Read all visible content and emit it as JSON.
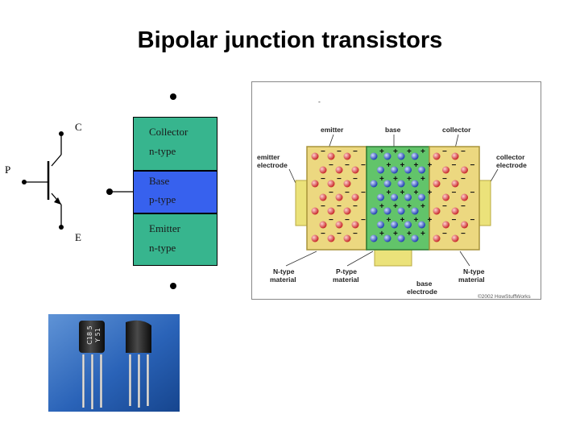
{
  "title": "Bipolar junction transistors",
  "symbol": {
    "collector_label": "C",
    "base_label": "P",
    "emitter_label": "E"
  },
  "layers": {
    "collector": {
      "name": "Collector",
      "type": "n-type"
    },
    "base": {
      "name": "Base",
      "type": "p-type"
    },
    "emitter": {
      "name": "Emitter",
      "type": "n-type"
    }
  },
  "illustration": {
    "dash_mark": "-",
    "region_emitter": "emitter",
    "region_base": "base",
    "region_collector": "collector",
    "emitter_electrode": [
      "emitter",
      "electrode"
    ],
    "collector_electrode": [
      "collector",
      "electrode"
    ],
    "n_type_left": [
      "N-type",
      "material"
    ],
    "p_type": [
      "P-type",
      "material"
    ],
    "base_electrode": [
      "base",
      "electrode"
    ],
    "n_type_right": [
      "N-type",
      "material"
    ],
    "copyright": "©2002 HowStuffWorks",
    "colors": {
      "n_region": "#e8d470",
      "p_region": "#5fc064",
      "electron": "#e05050",
      "hole": "#4a6ad8",
      "electrode": "#e8e070"
    }
  },
  "photo": {
    "marking_lines": [
      "C18 5",
      "Y 51"
    ],
    "background": "#2a63b8"
  }
}
